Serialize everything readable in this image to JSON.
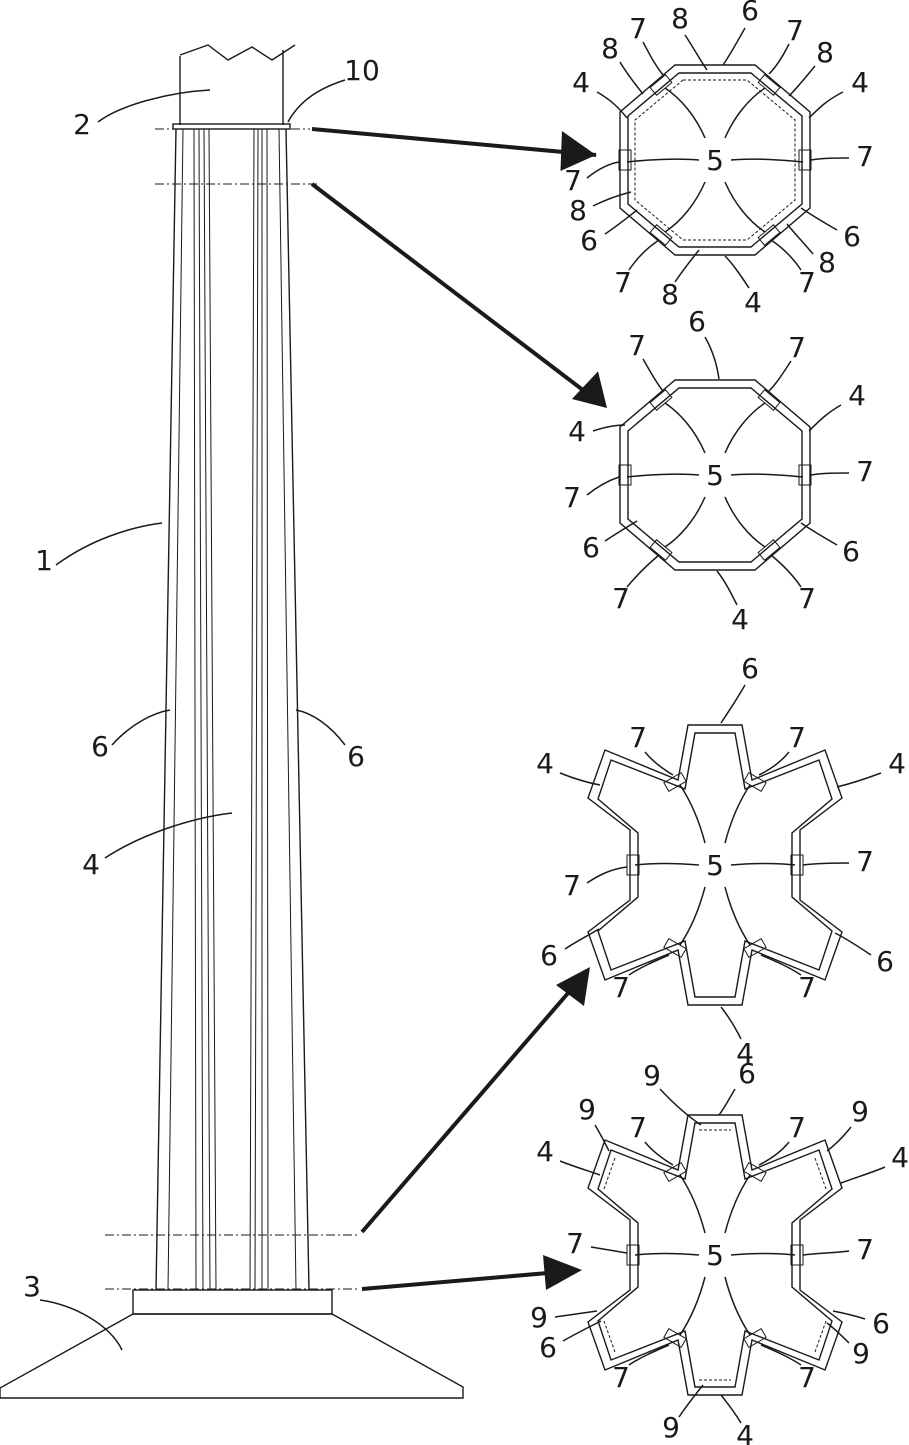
{
  "diagram": {
    "labels": {
      "tower": "1",
      "top_section": "2",
      "foundation": "3",
      "panel": "4",
      "center": "5",
      "corner": "6",
      "joint": "7",
      "inner_panel": "8",
      "stiffener": "9",
      "flange": "10"
    }
  }
}
